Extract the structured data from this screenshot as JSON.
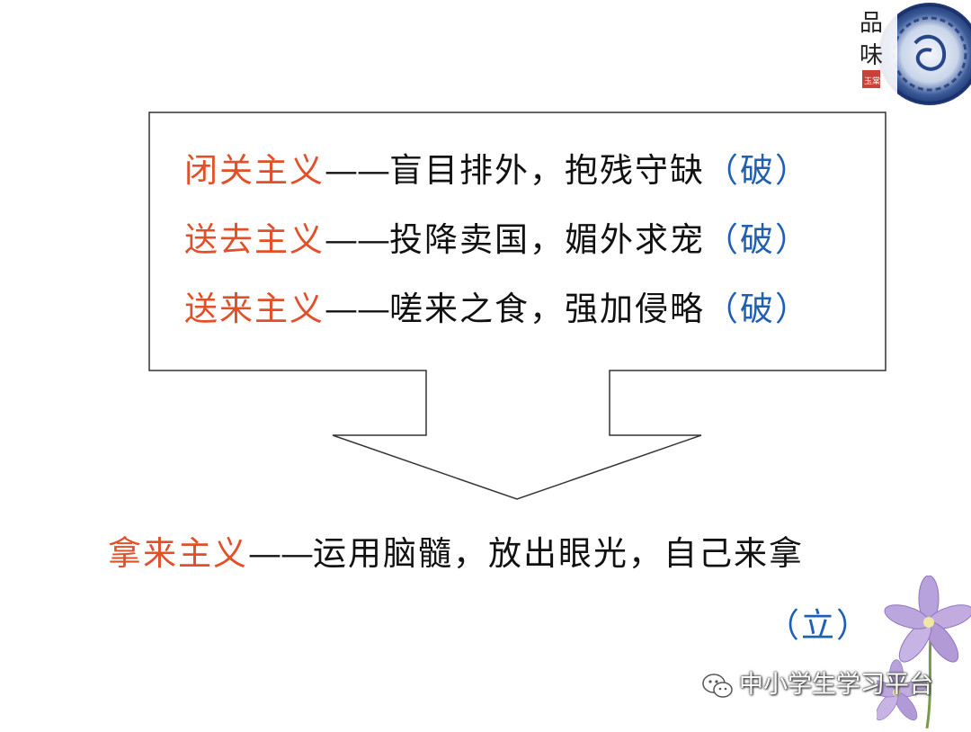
{
  "box_lines": [
    {
      "term": "闭关主义",
      "dash": "——",
      "desc": "盲目排外，抱残守缺",
      "verdict": "（破）"
    },
    {
      "term": "送去主义",
      "dash": "——",
      "desc": "投降卖国，媚外求宠",
      "verdict": "（破）"
    },
    {
      "term": "送来主义",
      "dash": "——",
      "desc": "嗟来之食，强加侵略",
      "verdict": "（破）"
    }
  ],
  "conclusion": {
    "term": "拿来主义",
    "dash": "——",
    "desc": "运用脑髓，放出眼光，自己来拿"
  },
  "conclusion_verdict": "（立）",
  "logo": {
    "text_top": "品味",
    "stamp": "玉棠"
  },
  "watermark": {
    "icon": "wechat-icon",
    "text": "中小学生学习平台"
  },
  "colors": {
    "term": "#e2502a",
    "verdict": "#1f5fb4",
    "text": "#111111"
  }
}
